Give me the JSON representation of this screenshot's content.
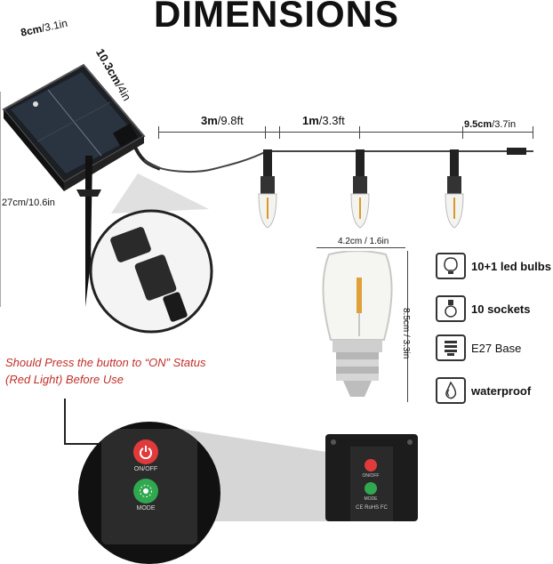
{
  "title": "DIMENSIONS",
  "panel": {
    "width_main": "8cm",
    "width_alt": "/3.1in",
    "height_main": "10.3cm",
    "height_alt": "/4in"
  },
  "stake": {
    "length": "27cm/10.6in"
  },
  "cable": {
    "lead_main": "3m",
    "lead_alt": "/9.8ft",
    "spacing_main": "1m",
    "spacing_alt": "/3.3ft",
    "tail_main": "9.5cm",
    "tail_alt": "/3.7in"
  },
  "bulb": {
    "width": "4.2cm / 1.6in",
    "height": "8.5cm / 3.3in"
  },
  "features": [
    {
      "label": "10+1 led bulbs",
      "icon": "bulb-icon"
    },
    {
      "label": "10 sockets",
      "icon": "socket-icon"
    },
    {
      "label": "E27 Base",
      "icon": "base-icon"
    },
    {
      "label": "waterproof",
      "icon": "water-drop-icon"
    }
  ],
  "notice": {
    "line1": "Should Press the button to “ON” Status",
    "line2": "(Red Light) Before Use"
  },
  "controller": {
    "onoff_label": "ON/OFF",
    "mode_label": "MODE",
    "small_onoff": "ON/OFF",
    "small_mode": "MODE",
    "cert": "CE RoHS FC"
  },
  "colors": {
    "warning": "#c0302a",
    "power": "#e03a3a",
    "mode": "#2fa84f"
  }
}
